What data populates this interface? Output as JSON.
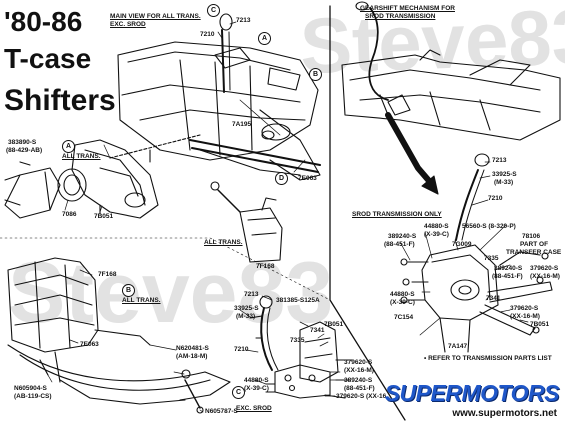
{
  "title": {
    "line1": "'80-86",
    "line2": "T-case",
    "line3": "Shifters"
  },
  "watermark": {
    "top_text": "Steve83",
    "bottom_text": "Steve83"
  },
  "captions": {
    "main_view": "MAIN VIEW FOR ALL TRANS.",
    "exc_srod": "EXC. SROD",
    "gearshift": "GEARSHIFT MECHANISM FOR",
    "srod_trans": "SROD TRANSMISSION",
    "all_trans_a": "ALL TRANS.",
    "all_trans_mid": "ALL TRANS.",
    "all_trans_b": "ALL TRANS.",
    "srod_only": "SROD TRANSMISSION ONLY",
    "exc_srod_bottom": "EXC. SROD",
    "refer": "• REFER TO TRANSMISSION PARTS LIST"
  },
  "callouts": {
    "a": "A",
    "b": "B",
    "c": "C",
    "d": "D",
    "a2": "A",
    "b2": "B",
    "c2": "C"
  },
  "parts": {
    "p7213_top": "7213",
    "p7210_top": "7210",
    "p383890": "383890-S",
    "p383890_spec": "(88-429-AB)",
    "p7a195": "7A195",
    "p7e063_top": "7E063",
    "p7086": "7086",
    "p7b051_left": "7B051",
    "p7f168_mid": "7F168",
    "p7213_right": "7213",
    "p33925_right": "33925-S",
    "p33925_right_spec": "(M-33)",
    "p7210_right": "7210",
    "p44880_a": "44880-S",
    "p44880_a_spec": "(X-39-C)",
    "p389240_a": "389240-S",
    "p389240_a_spec": "(88-451-F)",
    "p56560": "56560-S (8-320-P)",
    "p78106": "78106",
    "p78106_l2": "PART OF",
    "p78106_l3": "TRANSFER CASE",
    "p7g009": "7G009",
    "p7335_r": "7335",
    "p389240_b": "389240-S",
    "p389240_b_spec": "(88-451-F)",
    "p379620_a": "379620-S",
    "p379620_a_spec": "(XX-16-M)",
    "p44880_b": "44880-S",
    "p44880_b_spec": "(X-39-C)",
    "p7341_r": "7341",
    "p7c154": "7C154",
    "p379620_b": "379620-S",
    "p379620_b_spec": "(XX-16-M)",
    "p7b051_r": "7B051",
    "p7a147": "7A147",
    "p7f168_left": "7F168",
    "p7e063_left": "7E063",
    "pN620481": "N620481-S",
    "pN620481_spec": "(AM-18-M)",
    "pN605904": "N605904-S",
    "pN605904_spec": "(AB-119-CS)",
    "pN605787": "N605787-S",
    "p7213_bot": "7213",
    "p381385": "381385-S125A",
    "p33925_bot": "33925-S",
    "p33925_bot_spec": "(M-33)",
    "p7341_bot": "7341",
    "p7b051_bot": "7B051",
    "p7335_bot": "7335",
    "p7210_bot": "7210",
    "p379620_c": "379620-S",
    "p379620_c_spec": "(XX-16-M)",
    "p389240_c": "389240-S",
    "p389240_c_spec": "(88-451-F)",
    "p44880_c": "44880-S",
    "p44880_c_spec": "(X-39-C)",
    "p379620_d": "379620-S (XX-16"
  },
  "logo": {
    "text": "SUPERMOTORS",
    "url": "www.supermotors.net",
    "color": "#1f57c9"
  }
}
